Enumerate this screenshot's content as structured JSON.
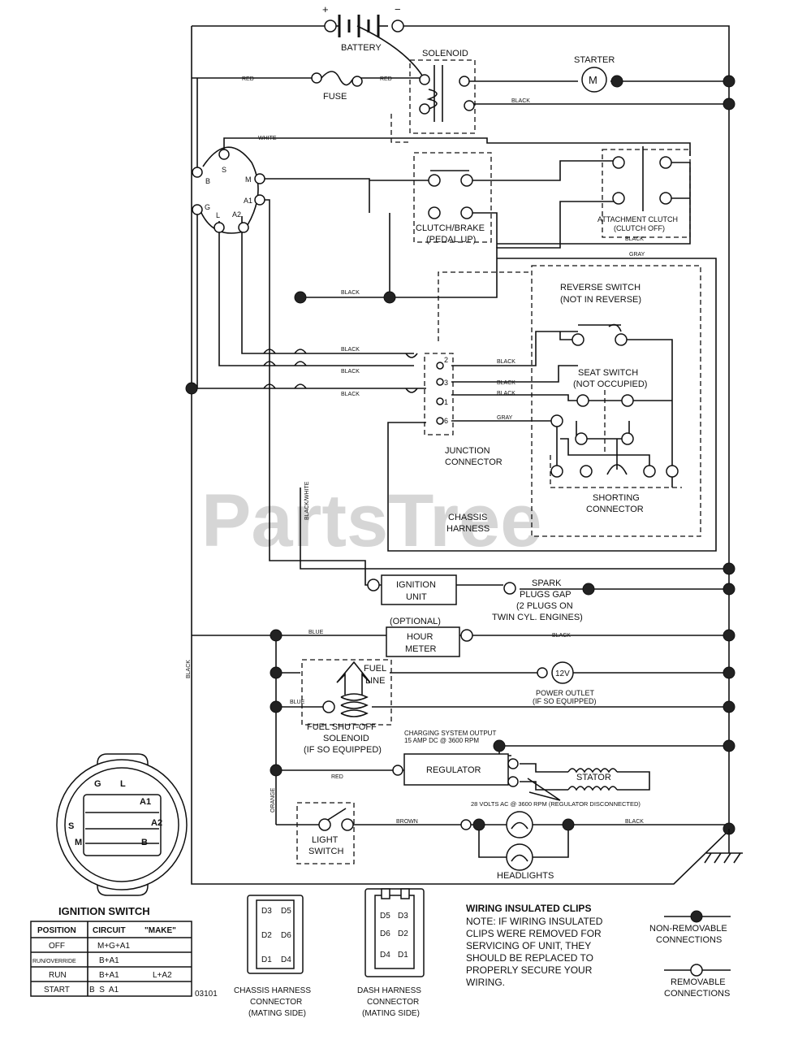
{
  "watermark": "PartsTree",
  "labels": {
    "battery": "BATTERY",
    "solenoid": "SOLENOID",
    "starter": "STARTER",
    "starter_symbol": "M",
    "fuse": "FUSE",
    "clutch_brake_1": "CLUTCH/BRAKE",
    "clutch_brake_2": "(PEDAL UP)",
    "attachment_clutch_1": "ATTACHMENT CLUTCH",
    "attachment_clutch_2": "(CLUTCH OFF)",
    "reverse_switch_1": "REVERSE SWITCH",
    "reverse_switch_2": "(NOT IN REVERSE)",
    "seat_switch_1": "SEAT SWITCH",
    "seat_switch_2": "(NOT OCCUPIED)",
    "junction_1": "JUNCTION",
    "junction_2": "CONNECTOR",
    "shorting_1": "SHORTING",
    "shorting_2": "CONNECTOR",
    "chassis_1": "CHASSIS",
    "chassis_2": "HARNESS",
    "ignition_unit_1": "IGNITION",
    "ignition_unit_2": "UNIT",
    "spark_1": "SPARK",
    "spark_2": "PLUGS GAP",
    "spark_3": "(2 PLUGS ON",
    "spark_4": "TWIN CYL. ENGINES)",
    "optional": "(OPTIONAL)",
    "hour_meter_1": "HOUR",
    "hour_meter_2": "METER",
    "fuel_line_1": "FUEL",
    "fuel_line_2": "LINE",
    "power_outlet_symbol": "12V",
    "power_outlet_1": "POWER OUTLET",
    "power_outlet_2": "(IF SO EQUIPPED)",
    "fuel_shutoff_1": "FUEL SHUT-OFF",
    "fuel_shutoff_2": "SOLENOID",
    "fuel_shutoff_3": "(IF SO EQUIPPED)",
    "charging_1": "CHARGING SYSTEM OUTPUT",
    "charging_2": "15 AMP DC @ 3600 RPM",
    "regulator": "REGULATOR",
    "stator": "STATOR",
    "stator_note": "28 VOLTS AC @ 3600 RPM (REGULATOR DISCONNECTED)",
    "light_switch_1": "LIGHT",
    "light_switch_2": "SWITCH",
    "headlights": "HEADLIGHTS",
    "code": "03101"
  },
  "wire_colors": {
    "red": "RED",
    "white": "WHITE",
    "black": "BLACK",
    "gray": "GRAY",
    "blue": "BLUE",
    "brown": "BROWN",
    "orange": "ORANGE",
    "black_white": "BLACK/WHITE"
  },
  "ignition_terminals": [
    "B",
    "S",
    "M",
    "A1",
    "A2",
    "L",
    "G"
  ],
  "junction_pins": [
    "2",
    "3",
    "1",
    "6"
  ],
  "ignition_switch": {
    "title": "IGNITION SWITCH",
    "face_labels": [
      "G",
      "L",
      "A1",
      "A2",
      "B",
      "M",
      "S"
    ],
    "table_headers": [
      "POSITION",
      "CIRCUIT",
      "\"MAKE\""
    ],
    "rows": [
      {
        "position": "OFF",
        "circuit": "M+G+A1",
        "extra": ""
      },
      {
        "position": "RUN/OVERRIDE",
        "circuit": "B+A1",
        "extra": ""
      },
      {
        "position": "RUN",
        "circuit": "B+A1",
        "extra": "L+A2"
      },
      {
        "position": "START",
        "circuit": "B  S  A1",
        "extra": ""
      }
    ]
  },
  "connectors": {
    "chassis": {
      "line1": "CHASSIS HARNESS",
      "line2": "CONNECTOR",
      "line3": "(MATING SIDE)",
      "pins": [
        "D3",
        "D5",
        "D2",
        "D6",
        "D1",
        "D4"
      ]
    },
    "dash": {
      "line1": "DASH HARNESS",
      "line2": "CONNECTOR",
      "line3": "(MATING SIDE)",
      "pins": [
        "D5",
        "D3",
        "D6",
        "D2",
        "D4",
        "D1"
      ]
    }
  },
  "note": {
    "title": "WIRING INSULATED CLIPS",
    "lines": [
      "NOTE: IF WIRING INSULATED",
      "CLIPS WERE REMOVED FOR",
      "SERVICING OF UNIT, THEY",
      "SHOULD BE REPLACED TO",
      "PROPERLY SECURE YOUR",
      "WIRING."
    ]
  },
  "legend": {
    "non_removable_1": "NON-REMOVABLE",
    "non_removable_2": "CONNECTIONS",
    "removable_1": "REMOVABLE",
    "removable_2": "CONNECTIONS"
  }
}
